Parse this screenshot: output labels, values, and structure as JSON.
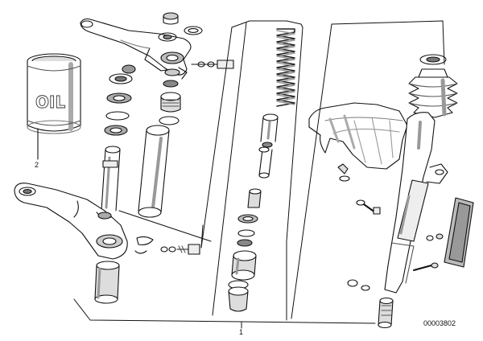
{
  "labels": {
    "callout_1": "1",
    "callout_2": "2",
    "oil_can_text": "OIL",
    "drawing_number": "00003802"
  },
  "colors": {
    "line": "#111111",
    "shade": "#9a9a9a",
    "paper": "#ffffff"
  }
}
